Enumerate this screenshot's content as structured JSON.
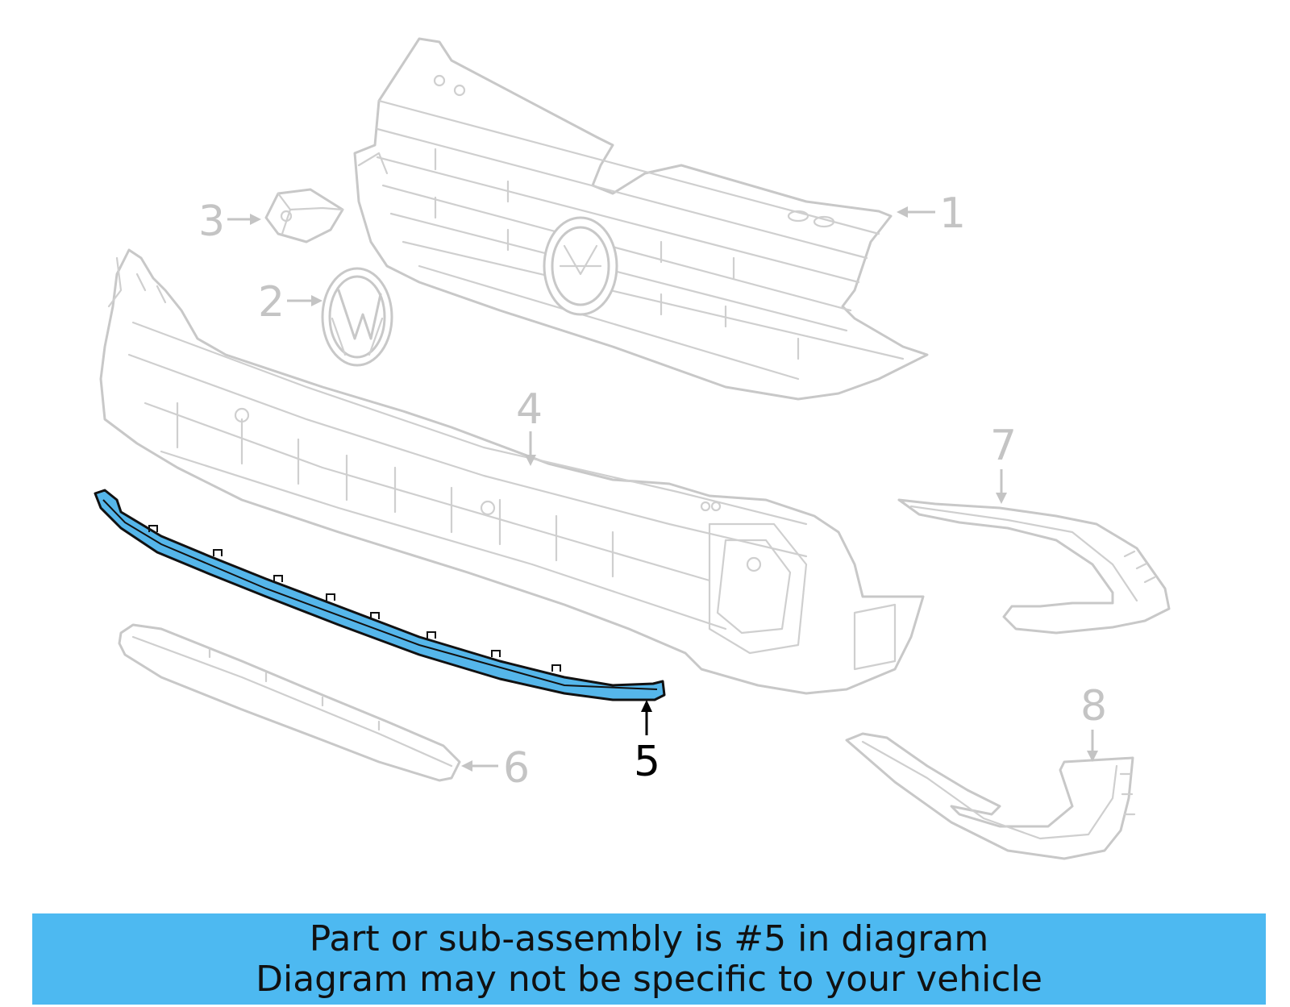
{
  "diagram": {
    "callouts": [
      {
        "id": "1",
        "label": "1",
        "highlighted": false
      },
      {
        "id": "2",
        "label": "2",
        "highlighted": false
      },
      {
        "id": "3",
        "label": "3",
        "highlighted": false
      },
      {
        "id": "4",
        "label": "4",
        "highlighted": false
      },
      {
        "id": "5",
        "label": "5",
        "highlighted": true
      },
      {
        "id": "6",
        "label": "6",
        "highlighted": false
      },
      {
        "id": "7",
        "label": "7",
        "highlighted": false
      },
      {
        "id": "8",
        "label": "8",
        "highlighted": false
      }
    ],
    "colors": {
      "highlight_part": "#55b6ea",
      "ghost_line": "#c8c8c8",
      "banner_background": "#4db9f1"
    }
  },
  "banner": {
    "line1": "Part or sub-assembly is #5 in diagram",
    "line2": "Diagram may not be specific to your vehicle"
  }
}
